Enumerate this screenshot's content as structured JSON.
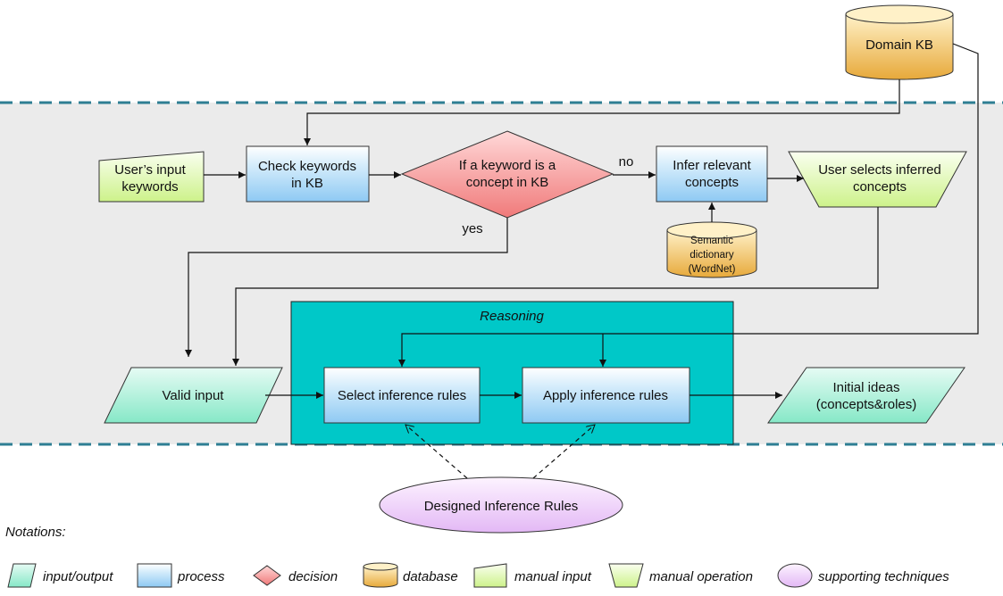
{
  "nodes": {
    "domain_kb": "Domain KB",
    "user_input": [
      "User’s input",
      "keywords"
    ],
    "check_keywords": [
      "Check keywords",
      "in KB"
    ],
    "decision": [
      "If a keyword is a",
      "concept in KB"
    ],
    "infer_concepts": [
      "Infer relevant",
      "concepts"
    ],
    "user_selects": [
      "User selects inferred",
      "concepts"
    ],
    "semantic_dict": [
      "Semantic",
      "dictionary",
      "(WordNet)"
    ],
    "valid_input": "Valid input",
    "reasoning": "Reasoning",
    "select_rules": "Select inference rules",
    "apply_rules": "Apply inference rules",
    "initial_ideas": [
      "Initial  ideas",
      "(concepts&roles)"
    ],
    "designed_rules": "Designed Inference Rules"
  },
  "edge_labels": {
    "no": "no",
    "yes": "yes"
  },
  "notations": {
    "title": "Notations:",
    "items": {
      "io": "input/output",
      "process": "process",
      "decision": "decision",
      "database": "database",
      "manual_input": "manual input",
      "manual_operation": "manual operation",
      "supporting": "supporting techniques"
    }
  }
}
